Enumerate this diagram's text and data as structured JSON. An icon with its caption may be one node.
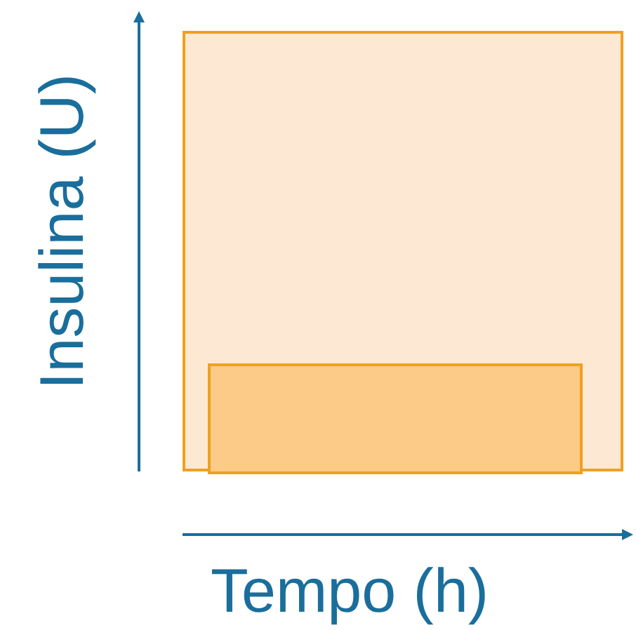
{
  "diagram": {
    "nodes": [
      {
        "text": [],
        "shape": "box"
      },
      {
        "text": [],
        "shape": "box",
        "in": 0
      }
    ],
    "labels": [
      "Insulina (U)",
      "Tempo (h)"
    ]
  }
}
